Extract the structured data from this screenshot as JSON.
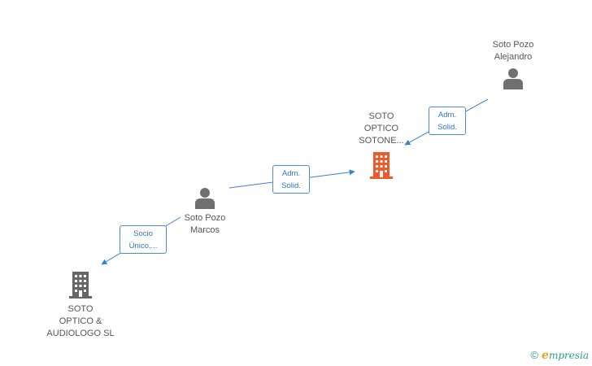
{
  "nodes": {
    "alejandro": {
      "label": "Soto Pozo\nAlejandro",
      "icon": "person-icon"
    },
    "soto_optico_sotone": {
      "label": "SOTO\nOPTICO\nSOTONE...",
      "icon": "building-icon",
      "color": "#f05a28"
    },
    "marcos": {
      "label": "Soto Pozo\nMarcos",
      "icon": "person-icon"
    },
    "soto_optico_audiologo": {
      "label": "SOTO\nOPTICO &\nAUDIOLOGO  SL",
      "icon": "building-icon",
      "color": "#666666"
    }
  },
  "edges": {
    "alejandro_to_sotone": {
      "label": "Adm.\nSolid."
    },
    "marcos_to_sotone": {
      "label": "Adm.\nSolid."
    },
    "marcos_to_audiologo": {
      "label": "Socio\nÚnico,..."
    }
  },
  "footer": {
    "copyright": "©",
    "brand_e": "e",
    "brand_rest": "mpresia"
  },
  "colors": {
    "edge": "#3a7fd0",
    "person": "#707070",
    "highlight": "#f05a28",
    "company": "#666666"
  }
}
